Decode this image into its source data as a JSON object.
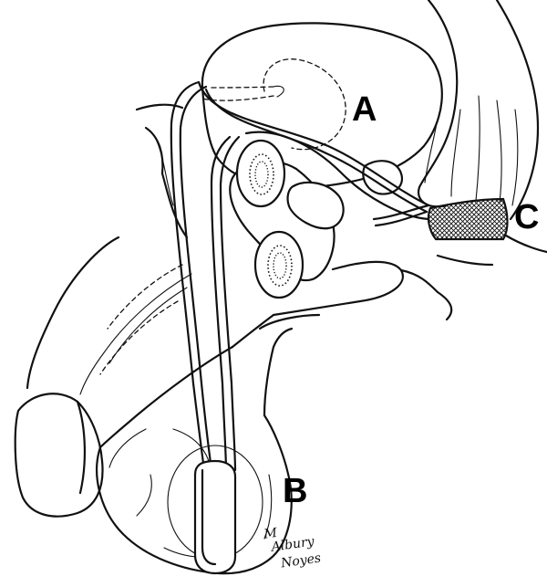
{
  "labels": {
    "a": "A",
    "b": "B",
    "c": "C"
  },
  "signature": {
    "line1": "M",
    "line2": "Albury",
    "line3": "Noyes"
  }
}
